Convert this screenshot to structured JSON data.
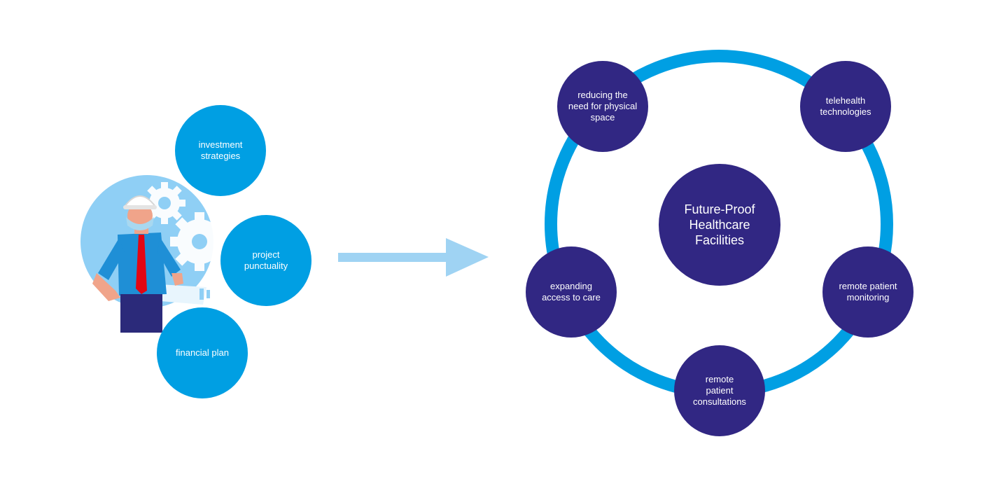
{
  "colors": {
    "light_blue": "#009fe3",
    "dark_purple": "#312783",
    "arrow": "#9fd3f3",
    "ring": "#009fe3"
  },
  "left_group": {
    "illustration": "engineer-with-gears-illustration",
    "bubbles": [
      {
        "id": "investment",
        "label": "investment\nstrategies"
      },
      {
        "id": "punctuality",
        "label": "project\npunctuality"
      },
      {
        "id": "financial",
        "label": "financial plan"
      }
    ]
  },
  "arrow": {
    "icon": "right-arrow-icon"
  },
  "right_group": {
    "center_label": "Future-Proof\nHealthcare\nFacilities",
    "satellites": [
      {
        "id": "space",
        "label": "reducing the\nneed for physical\nspace"
      },
      {
        "id": "telehealth",
        "label": "telehealth\ntechnologies"
      },
      {
        "id": "monitoring",
        "label": "remote patient\nmonitoring"
      },
      {
        "id": "consultations",
        "label": "remote\npatient\nconsultations"
      },
      {
        "id": "access",
        "label": "expanding\naccess to care"
      }
    ]
  }
}
